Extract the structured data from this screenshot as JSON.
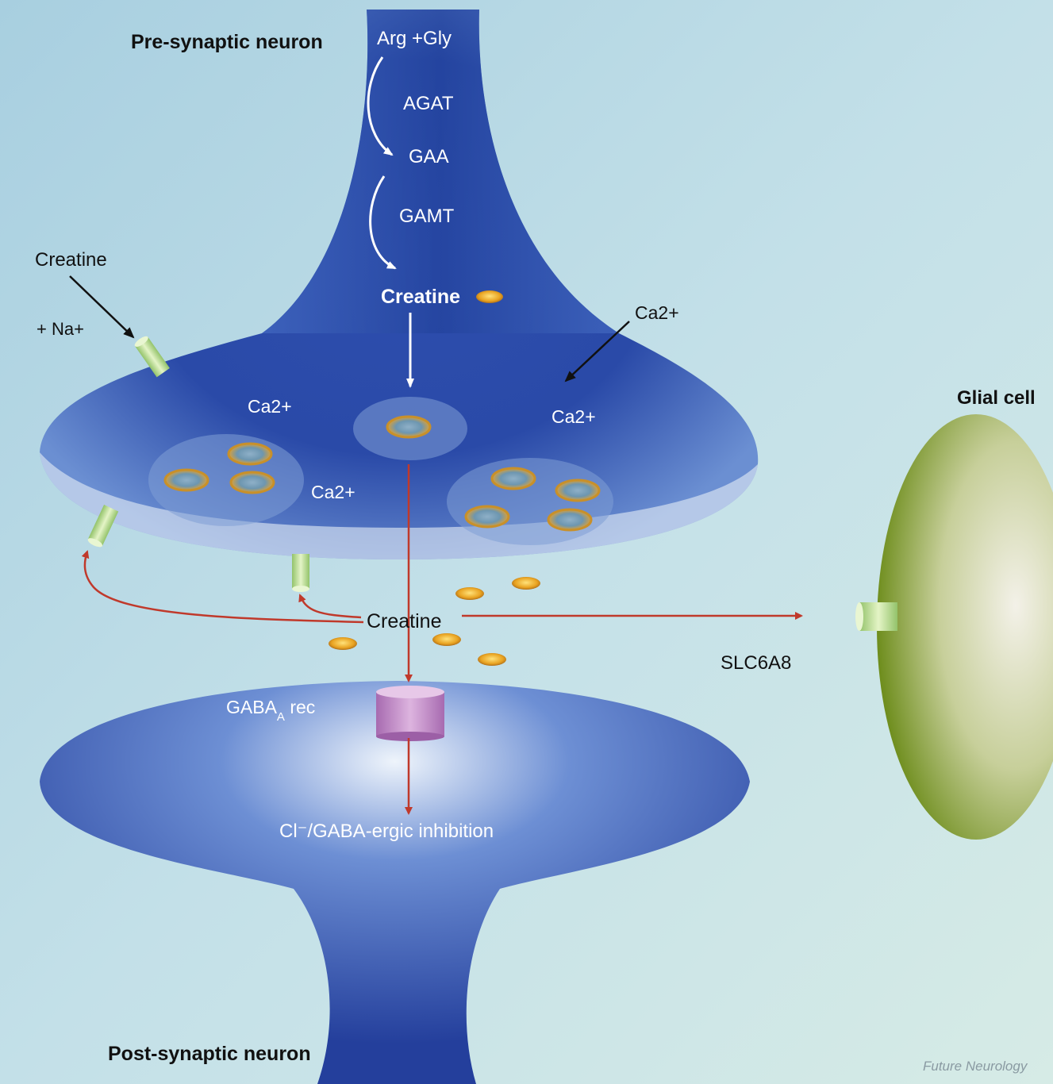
{
  "labels": {
    "pre_synaptic": "Pre-synaptic neuron",
    "post_synaptic": "Post-synaptic neuron",
    "glial_cell": "Glial cell",
    "arg_gly": "Arg +Gly",
    "agat": "AGAT",
    "gaa": "GAA",
    "gamt": "GAMT",
    "creatine_synth": "Creatine",
    "creatine_outer": "Creatine",
    "na_plus": "+ Na+",
    "ca_outer": "Ca2+",
    "ca_left": "Ca2+",
    "ca_right": "Ca2+",
    "ca_mid": "Ca2+",
    "creatine_cleft": "Creatine",
    "slc6a8": "SLC6A8",
    "gaba_rec_main": "GABA",
    "gaba_rec_sub": "A",
    "gaba_rec_tail": " rec",
    "inhibition": "Cl⁻/GABA-ergic inhibition",
    "credit": "Future Neurology"
  },
  "colors": {
    "background": "#b9dae6",
    "neuron_blue": "#2a4fb0",
    "neuron_dark": "#1c3a8c",
    "glial_green": "#8aa53a",
    "transporter_green": "#c9e6a0",
    "receptor_purple": "#c58fc9",
    "arrow_red": "#c0392b",
    "vesicle_gold": "#e0a02a"
  }
}
